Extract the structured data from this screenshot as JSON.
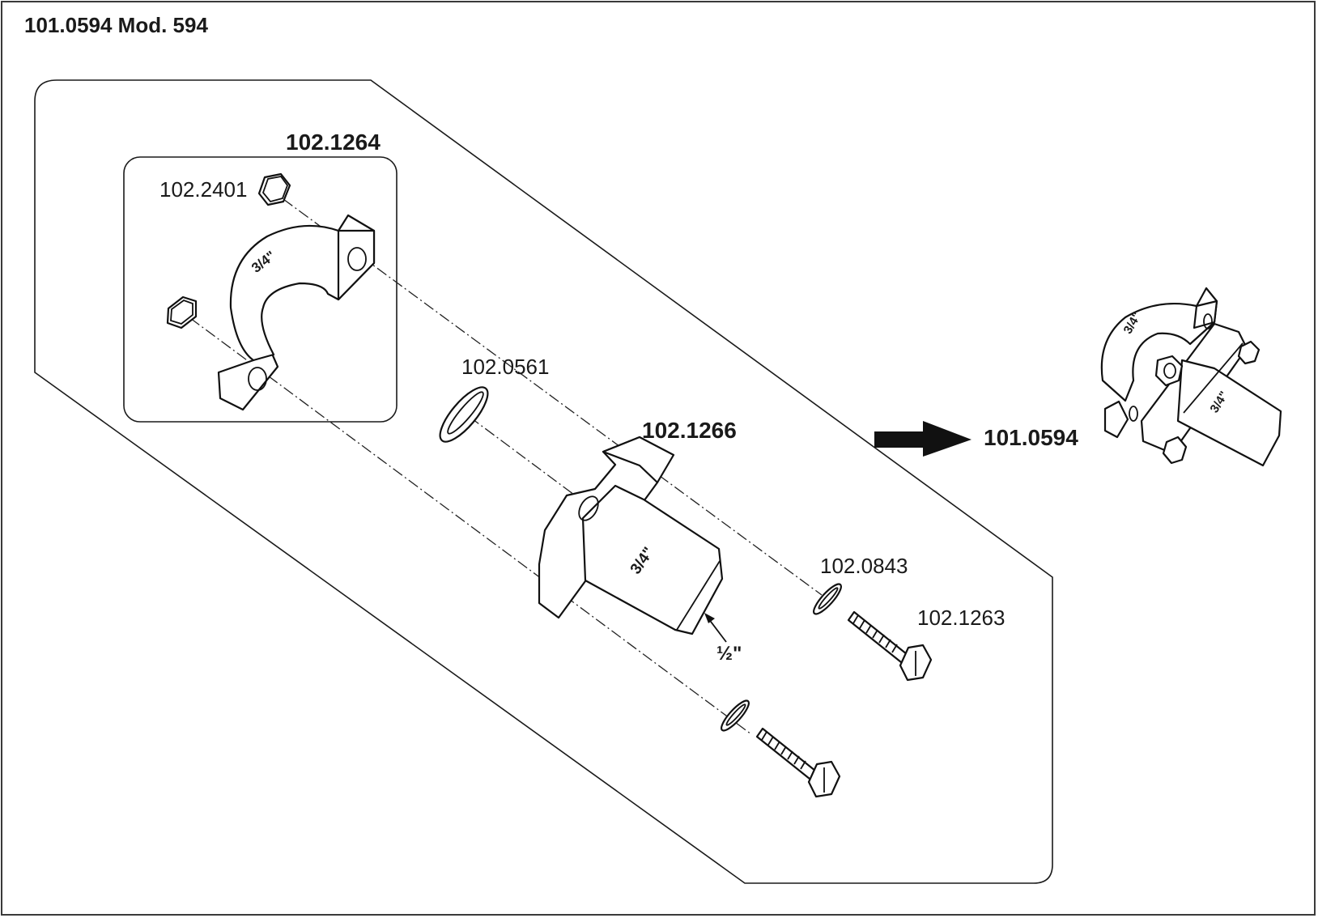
{
  "title": "101.0594 Mod. 594",
  "kit_label": "102.1264",
  "assembly_label": "101.0594",
  "parts": [
    {
      "id": "102.2401"
    },
    {
      "id": "102.0561"
    },
    {
      "id": "102.1266"
    },
    {
      "id": "102.0843"
    },
    {
      "id": "102.1263"
    }
  ],
  "dims": {
    "clamp": "3/4\"",
    "block": "3/4\"",
    "pipe": "½\"",
    "assembled_clamp": "3/4\"",
    "assembled_block": "3/4\""
  },
  "arrow_icon": "right-arrow-icon"
}
